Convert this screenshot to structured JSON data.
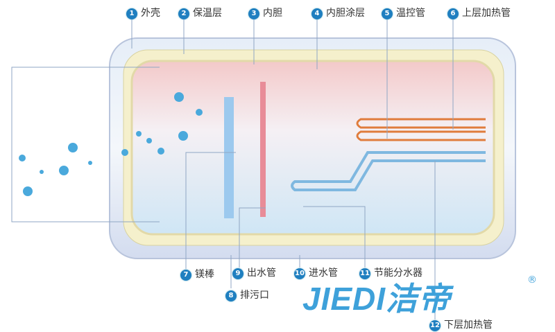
{
  "labels": [
    {
      "n": "1",
      "t": "外壳"
    },
    {
      "n": "2",
      "t": "保温层"
    },
    {
      "n": "3",
      "t": "内胆"
    },
    {
      "n": "4",
      "t": "内胆涂层"
    },
    {
      "n": "5",
      "t": "温控管"
    },
    {
      "n": "6",
      "t": "上层加热管"
    },
    {
      "n": "7",
      "t": "镁棒"
    },
    {
      "n": "8",
      "t": "排污口"
    },
    {
      "n": "9",
      "t": "出水管"
    },
    {
      "n": "10",
      "t": "进水管"
    },
    {
      "n": "11",
      "t": "节能分水器"
    },
    {
      "n": "12",
      "t": "下层加热管"
    }
  ],
  "logo": {
    "text": "JIEDI洁帝",
    "registered": "®"
  },
  "colors": {
    "badge": "#1f7fc0",
    "logo": "#3ea1da"
  }
}
